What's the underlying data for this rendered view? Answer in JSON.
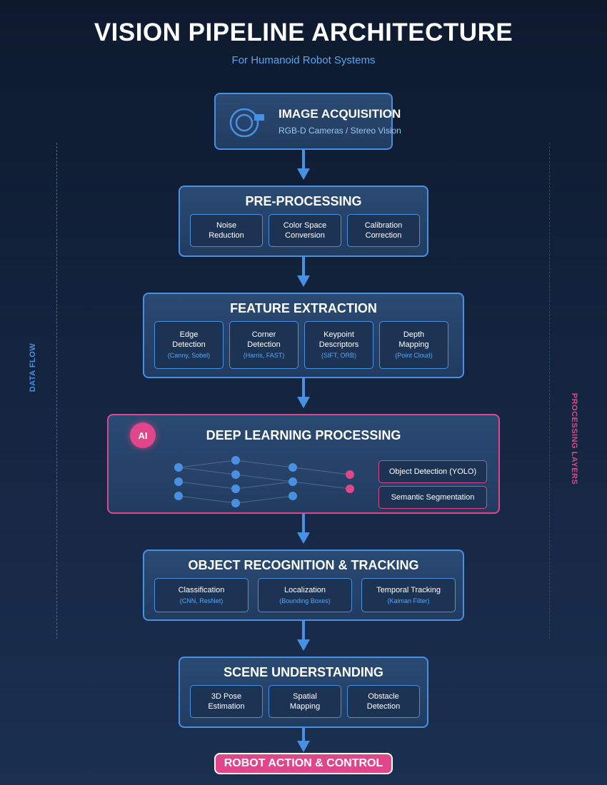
{
  "title": "VISION PIPELINE ARCHITECTURE",
  "subtitle": "For Humanoid Robot Systems",
  "side_labels": {
    "left": "DATA FLOW",
    "right": "PROCESSING LAYERS"
  },
  "colors": {
    "accent_blue": "#4a90e2",
    "accent_pink": "#e0468a",
    "detail_blue": "#5aa6ee"
  },
  "acquisition": {
    "title": "IMAGE ACQUISITION",
    "subtitle": "RGB-D Cameras / Stereo Vision",
    "icon": "camera-icon"
  },
  "preprocessing": {
    "title": "PRE-PROCESSING",
    "items": [
      {
        "line1": "Noise",
        "line2": "Reduction"
      },
      {
        "line1": "Color Space",
        "line2": "Conversion"
      },
      {
        "line1": "Calibration",
        "line2": "Correction"
      }
    ]
  },
  "features": {
    "title": "FEATURE EXTRACTION",
    "items": [
      {
        "line1": "Edge",
        "line2": "Detection",
        "detail": "(Canny, Sobel)"
      },
      {
        "line1": "Corner",
        "line2": "Detection",
        "detail": "(Harris, FAST)"
      },
      {
        "line1": "Keypoint",
        "line2": "Descriptors",
        "detail": "(SIFT, ORB)"
      },
      {
        "line1": "Depth",
        "line2": "Mapping",
        "detail": "(Point Cloud)"
      }
    ]
  },
  "deep_learning": {
    "title": "DEEP LEARNING PROCESSING",
    "badge": "AI",
    "outputs": [
      "Object Detection (YOLO)",
      "Semantic Segmentation"
    ]
  },
  "recognition": {
    "title": "OBJECT RECOGNITION & TRACKING",
    "items": [
      {
        "line1": "Classification",
        "detail": "(CNN, ResNet)"
      },
      {
        "line1": "Localization",
        "detail": "(Bounding Boxes)"
      },
      {
        "line1": "Temporal Tracking",
        "detail": "(Kalman Filter)"
      }
    ]
  },
  "scene": {
    "title": "SCENE UNDERSTANDING",
    "items": [
      {
        "line1": "3D Pose",
        "line2": "Estimation"
      },
      {
        "line1": "Spatial",
        "line2": "Mapping"
      },
      {
        "line1": "Obstacle",
        "line2": "Detection"
      }
    ]
  },
  "final_stage": "ROBOT ACTION & CONTROL"
}
